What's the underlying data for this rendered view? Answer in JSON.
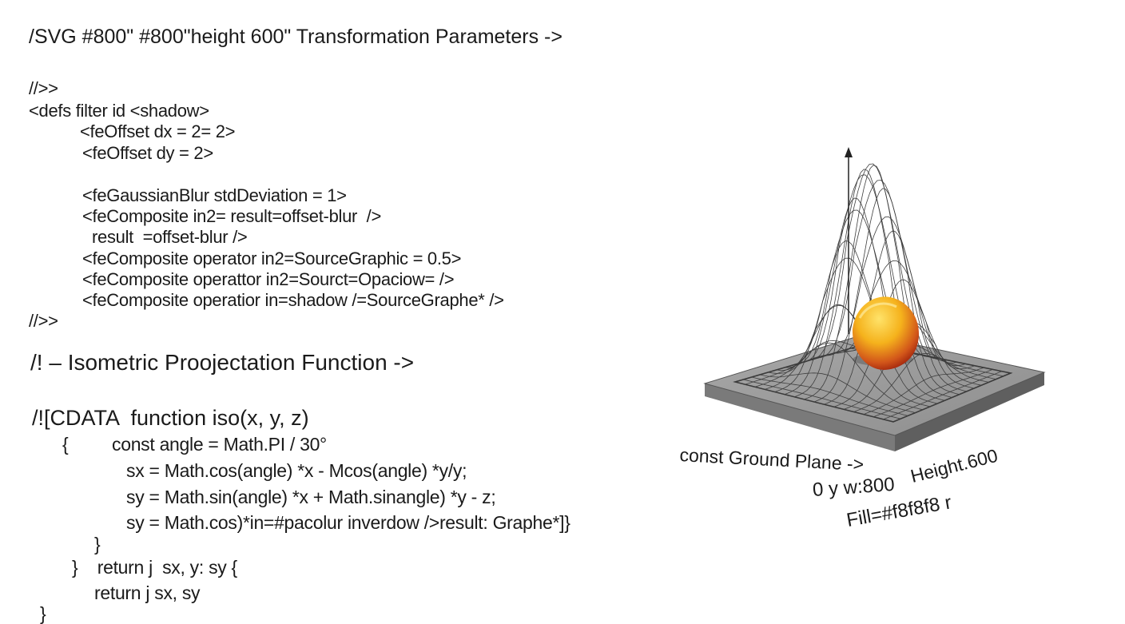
{
  "header": {
    "svg_params": "/SVG #800\" #800\"height 600\" Transformation Parameters ->"
  },
  "filter_block": {
    "lines": [
      "//>>",
      "<defs filter id <shadow>",
      "<feOffset dx = 2= 2>",
      "<feOffset dy = 2>",
      "<feGaussianBlur stdDeviation = 1>",
      "<feComposite in2= result=offset-blur  />",
      "result  =offset-blur />",
      "<feComposite operator in2=SourceGraphic = 0.5>",
      "<feComposite operattor in2=Sourct=Opaciow= />",
      "<feComposite operatior in=shadow /=SourceGraphe* />",
      "//>>"
    ]
  },
  "iso_heading": "/! – Isometric Proojectation Function ->",
  "iso_block": {
    "lines": [
      "/![CDATA  function iso(x, y, z)",
      "{",
      "const angle = Math.PI / 30°",
      "sx = Math.cos(angle) *x - Mcos(angle) *y/y;",
      "sy = Math.sin(angle) *x + Math.sinangle) *y - z;",
      "sy = Math.cos)*in=#pacolur inverdow />result: Graphe*]}",
      "}",
      "}    return j  sx, y: sy {",
      "return j sx, sy",
      "}"
    ]
  },
  "ground_plane": {
    "label": "const Ground Plane ->",
    "dims": "0 y w:800",
    "height": "Height.600",
    "fill": "Fill=#f8f8f8 r"
  },
  "colors": {
    "text": "#1a1a1a",
    "plate_top": "#9a9a9a",
    "plate_side": "#6f6f6f",
    "mesh": "#444444",
    "blob_light": "#ffd23a",
    "blob_dark": "#b3260d"
  },
  "icons": [
    "up-arrow-axis-icon"
  ]
}
